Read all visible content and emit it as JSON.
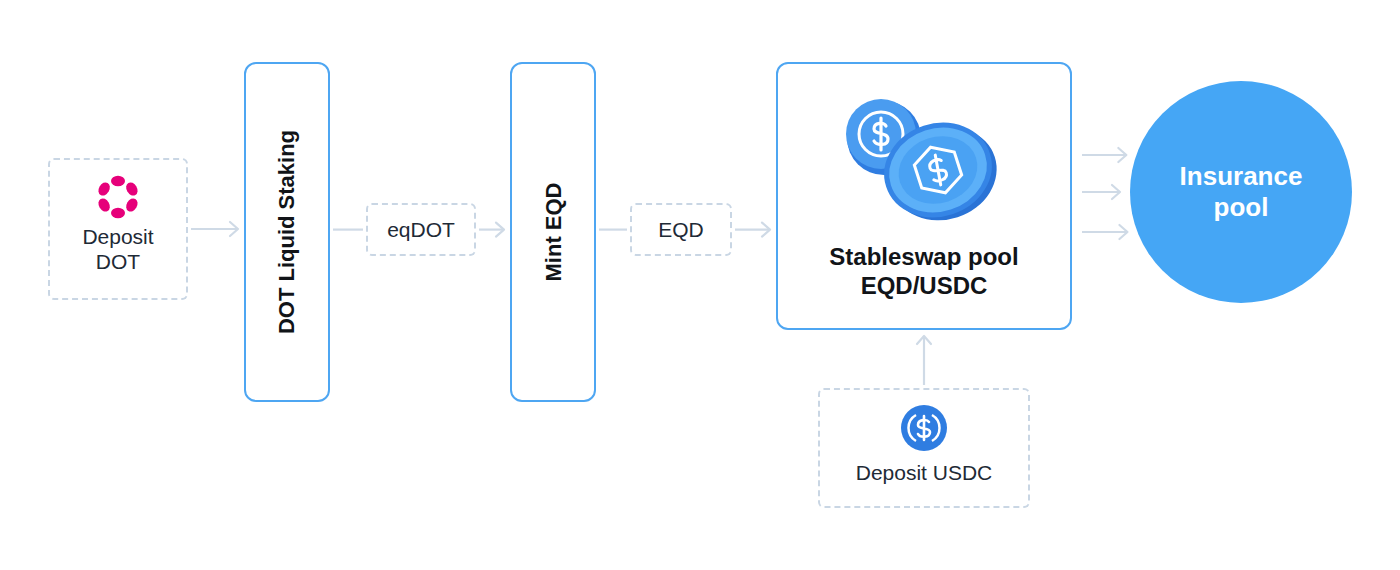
{
  "diagram": {
    "nodes": [
      {
        "text": [
          "Deposit DOT"
        ]
      },
      {
        "text": [
          "DOT Liquid Staking"
        ]
      },
      {
        "text": [
          "eqDOT"
        ]
      },
      {
        "text": [
          "Mint EQD"
        ]
      },
      {
        "text": [
          "EQD"
        ]
      },
      {
        "text": [
          "Stableswap pool EQD/USDC"
        ]
      },
      {
        "text": [
          "Deposit USDC"
        ]
      },
      {
        "text": [
          "Insurance pool"
        ]
      }
    ],
    "edges": [
      {
        "from": 0,
        "to": 1,
        "arrow": "to"
      },
      {
        "from": 1,
        "to": 2,
        "arrow": "none"
      },
      {
        "from": 2,
        "to": 3,
        "arrow": "to"
      },
      {
        "from": 3,
        "to": 4,
        "arrow": "none"
      },
      {
        "from": 4,
        "to": 5,
        "arrow": "to"
      },
      {
        "from": 6,
        "to": 5,
        "arrow": "to"
      },
      {
        "from": 5,
        "to": 7,
        "arrow": "to"
      },
      {
        "from": 5,
        "to": 7,
        "arrow": "to"
      },
      {
        "from": 5,
        "to": 7,
        "arrow": "to"
      }
    ]
  }
}
